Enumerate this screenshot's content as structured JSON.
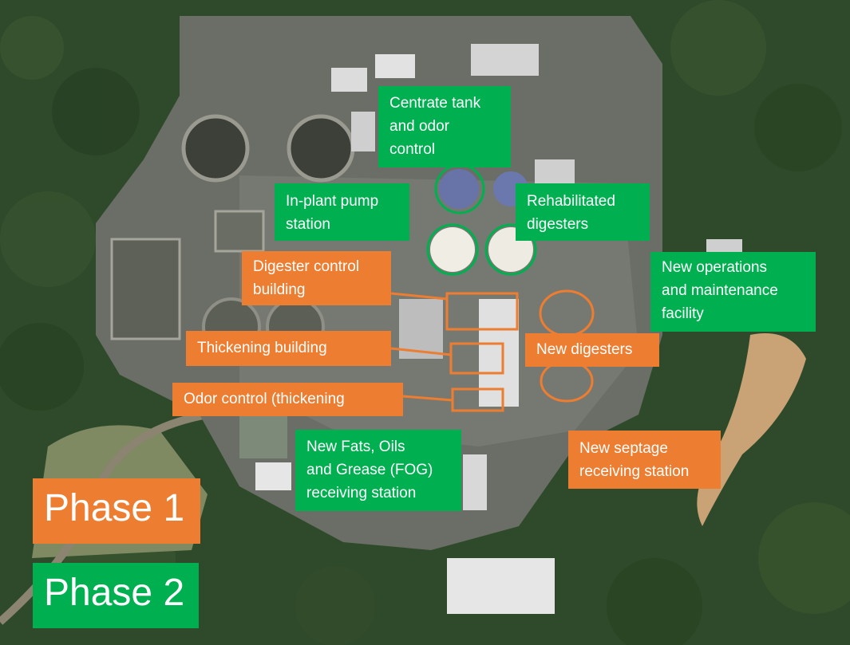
{
  "colors": {
    "phase1": "#ed7d31",
    "phase2": "#00b050",
    "forest": "#2f4a2a",
    "pavement": "#6b6e66",
    "roof": "#dcdcdc"
  },
  "labels": {
    "centrate": "Centrate tank\nand odor\ncontrol",
    "inplant": "In-plant pump\nstation",
    "rehab": "Rehabilitated\ndigesters",
    "digester_control": "Digester control\nbuilding",
    "new_ops": "New operations\nand maintenance\nfacility",
    "thickening": "Thickening building",
    "new_digesters": "New digesters",
    "odor_control": "Odor control (thickening",
    "fog": "New Fats, Oils\nand Grease (FOG)\nreceiving station",
    "septage": "New septage\nreceiving station"
  },
  "legend": {
    "phase1": "Phase 1",
    "phase2": "Phase 2"
  }
}
